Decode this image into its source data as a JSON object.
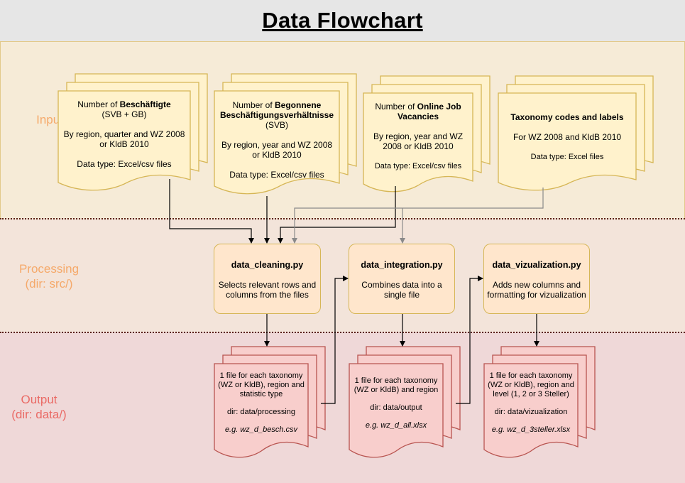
{
  "title": "Data Flowchart",
  "lanes": {
    "input": "Input",
    "processing": [
      "Processing",
      "(dir: src/)"
    ],
    "output": [
      "Output",
      "(dir: data/)"
    ]
  },
  "inputs": [
    {
      "line1_pre": "Number of ",
      "line1_bold": "Beschäftigte",
      "line2": "(SVB + GB)",
      "detail1": "By region, quarter and WZ 2008",
      "detail2": "or KldB 2010",
      "datatype": "Data type: Excel/csv files"
    },
    {
      "line1_pre": "Number of ",
      "line1_bold": "Begonnene",
      "line2_bold": "Beschäftigungsverhältnisse",
      "line3": "(SVB)",
      "detail1": "By region, year and WZ 2008",
      "detail2": "or KldB 2010",
      "datatype": "Data type: Excel/csv files"
    },
    {
      "line1_pre": "Number of ",
      "line1_bold": "Online Job",
      "line2_bold": "Vacancies",
      "detail1": "By region, year and WZ",
      "detail2": "2008 or KldB 2010",
      "datatype": "Data type: Excel/csv files"
    },
    {
      "line1_bold": "Taxonomy codes and labels",
      "detail1": "For WZ 2008 and KldB 2010",
      "datatype": "Data type: Excel files"
    }
  ],
  "processes": [
    {
      "name": "data_cleaning.py",
      "desc1": "Selects relevant rows and",
      "desc2": "columns from the files"
    },
    {
      "name": "data_integration.py",
      "desc1": "Combines data into a",
      "desc2": "single file"
    },
    {
      "name": "data_vizualization.py",
      "desc1": "Adds new columns and",
      "desc2": "formatting for vizualization"
    }
  ],
  "outputs": [
    {
      "l1": "1 file for each taxonomy",
      "l2": "(WZ or KldB), region and",
      "l3": "statistic type",
      "dir": "dir: data/processing",
      "example": "e.g. wz_d_besch.csv"
    },
    {
      "l1": "1 file for each taxonomy",
      "l2": "(WZ or KldB) and region",
      "dir": "dir: data/output",
      "example": "e.g. wz_d_all.xlsx"
    },
    {
      "l1": "1 file for each taxonomy",
      "l2": "(WZ or KldB), region and",
      "l3": "level (1, 2 or 3 Steller)",
      "dir": "dir: data/vizualization",
      "example": "e.g. wz_d_3steller.xlsx"
    }
  ],
  "colors": {
    "input_fill": "#fff2cc",
    "input_stroke": "#d6b656",
    "process_fill": "#ffe6cc",
    "output_fill": "#f8cecc",
    "output_stroke": "#b85450"
  }
}
